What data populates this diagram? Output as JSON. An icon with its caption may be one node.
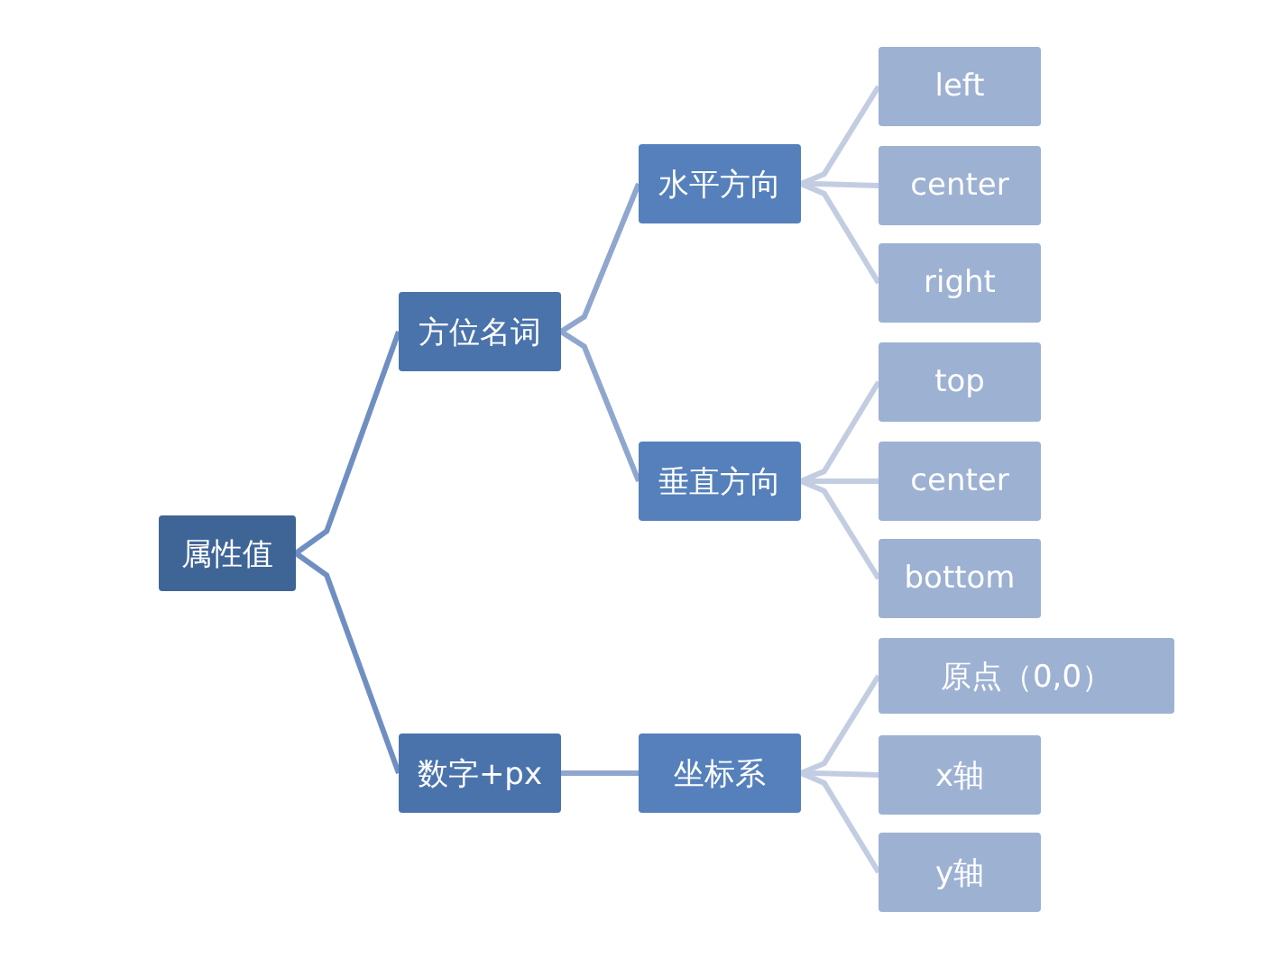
{
  "diagram": {
    "nodes": [
      {
        "text": [
          "属性值"
        ]
      },
      {
        "text": [
          "方位名词"
        ]
      },
      {
        "text": [
          "数字+px"
        ]
      },
      {
        "text": [
          "水平方向"
        ]
      },
      {
        "text": [
          "垂直方向"
        ]
      },
      {
        "text": [
          "坐标系"
        ]
      },
      {
        "text": [
          "left"
        ]
      },
      {
        "text": [
          "center"
        ]
      },
      {
        "text": [
          "right"
        ]
      },
      {
        "text": [
          "top"
        ]
      },
      {
        "text": [
          "center"
        ]
      },
      {
        "text": [
          "bottom"
        ]
      },
      {
        "text": [
          "原点（0,0）"
        ]
      },
      {
        "text": [
          "x轴"
        ]
      },
      {
        "text": [
          "y轴"
        ]
      }
    ],
    "edges": [
      {
        "from": 0,
        "to": 1,
        "arrow": "none",
        "color": "#6f8fc2"
      },
      {
        "from": 0,
        "to": 2,
        "arrow": "none",
        "color": "#6f8fc2"
      },
      {
        "from": 1,
        "to": 3,
        "arrow": "none",
        "color": "#8fa6cf"
      },
      {
        "from": 1,
        "to": 4,
        "arrow": "none",
        "color": "#8fa6cf"
      },
      {
        "from": 2,
        "to": 5,
        "arrow": "none",
        "color": "#8fa6cf"
      },
      {
        "from": 3,
        "to": 6,
        "arrow": "none"
      },
      {
        "from": 3,
        "to": 7,
        "arrow": "none"
      },
      {
        "from": 3,
        "to": 8,
        "arrow": "none"
      },
      {
        "from": 4,
        "to": 9,
        "arrow": "none"
      },
      {
        "from": 4,
        "to": 10,
        "arrow": "none"
      },
      {
        "from": 4,
        "to": 11,
        "arrow": "none"
      },
      {
        "from": 5,
        "to": 12,
        "arrow": "none"
      },
      {
        "from": 5,
        "to": 13,
        "arrow": "none"
      },
      {
        "from": 5,
        "to": 14,
        "arrow": "none"
      }
    ]
  }
}
